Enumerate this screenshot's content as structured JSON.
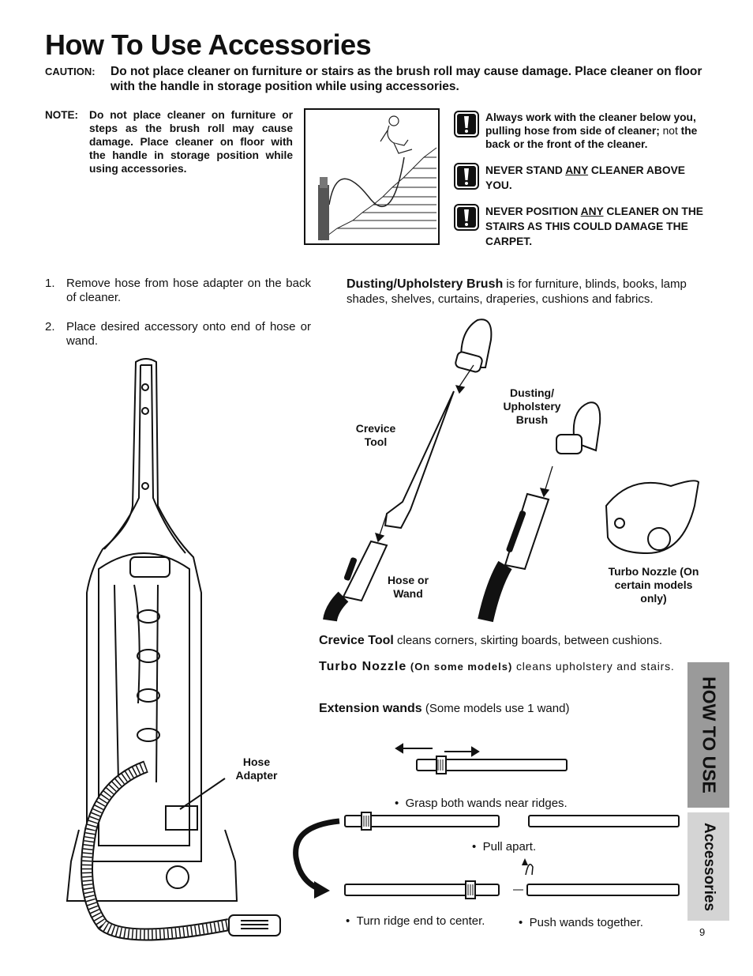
{
  "title": "How To Use Accessories",
  "caution": {
    "label": "CAUTION:",
    "text": "Do not place cleaner on furniture or stairs as the brush roll may cause damage. Place cleaner on floor with the handle in storage position while using accessories."
  },
  "note": {
    "label": "NOTE:",
    "text": "Do not place cleaner on furniture or steps as the brush roll may cause damage. Place cleaner on floor with the handle in storage position while using accessories."
  },
  "warnings": {
    "w1_bold": "Always work with the cleaner below you, pulling hose from side of cleaner;",
    "w1_normal": " not",
    "w1_bold2": " the back or the front of the cleaner.",
    "w2_pre": "NEVER STAND ",
    "w2_u": "ANY",
    "w2_post": " CLEANER ABOVE YOU.",
    "w3_pre": "NEVER POSITION ",
    "w3_u": "ANY",
    "w3_post": " CLEANER ON THE STAIRS AS THIS COULD DAMAGE THE CARPET.",
    "icon": "exclamation-warning-icon"
  },
  "steps": [
    {
      "num": "1.",
      "text": "Remove hose from hose adapter on the back of cleaner."
    },
    {
      "num": "2.",
      "text": "Place desired accessory onto end of hose or wand."
    }
  ],
  "dusting": {
    "heading": "Dusting/Upholstery Brush",
    "text": " is for furniture, blinds, books, lamp shades, shelves, curtains, draperies, cushions and fabrics."
  },
  "labels": {
    "crevice_tool": "Crevice Tool",
    "dusting_brush": "Dusting/ Upholstery Brush",
    "hose_or_wand": "Hose or Wand",
    "turbo_nozzle": "Turbo Nozzle (On certain models only)",
    "hose_adapter": "Hose Adapter"
  },
  "crevice": {
    "heading": "Crevice Tool",
    "text": " cleans corners, skirting boards, between cushions."
  },
  "turbo": {
    "heading": "Turbo Nozzle",
    "sub": " (On some models)",
    "text": " cleans upholstery and stairs."
  },
  "extension": {
    "heading": "Extension wands",
    "text": " (Some models use 1 wand)"
  },
  "bullets": {
    "grasp": "Grasp both wands near ridges.",
    "pull": "Pull apart.",
    "turn": "Turn ridge end to center.",
    "push": "Push wands together."
  },
  "side_tabs": {
    "tab1": "HOW TO USE",
    "tab2": "Accessories"
  },
  "page_number": "9"
}
